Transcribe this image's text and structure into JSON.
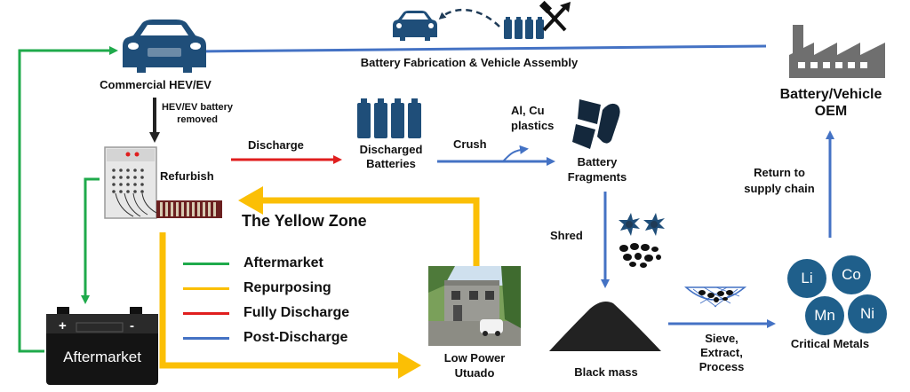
{
  "colors": {
    "aftermarket": "#1faa4b",
    "repurposing": "#fbbf05",
    "discharge": "#e01e1e",
    "post_discharge": "#4472c4",
    "dark_blue": "#1f4e79",
    "metal_blue": "#1f5f8b",
    "gray": "#6f6f6f"
  },
  "labels": {
    "commercial": "Commercial HEV/EV",
    "battery_removed_line1": "HEV/EV battery",
    "battery_removed_line2": "removed",
    "refurbish": "Refurbish",
    "discharge": "Discharge",
    "discharged_line1": "Discharged",
    "discharged_line2": "Batteries",
    "crush": "Crush",
    "byproducts_line1": "Al, Cu",
    "byproducts_line2": "plastics",
    "fragments_line1": "Battery",
    "fragments_line2": "Fragments",
    "fabrication": "Battery Fabrication & Vehicle Assembly",
    "oem_line1": "Battery/Vehicle",
    "oem_line2": "OEM",
    "return_line1": "Return to",
    "return_line2": "supply chain",
    "yellow_zone": "The Yellow Zone",
    "shred": "Shred",
    "aftermarket_battery": "Aftermarket",
    "low_power_line1": "Low Power",
    "low_power_line2": "Utuado",
    "black_mass": "Black mass",
    "sieve_line1": "Sieve,",
    "sieve_line2": "Extract,",
    "sieve_line3": "Process",
    "critical_metals": "Critical Metals",
    "battery_plus": "+",
    "battery_minus": "-"
  },
  "legend": [
    {
      "label": "Aftermarket",
      "color": "#1faa4b"
    },
    {
      "label": "Repurposing",
      "color": "#fbbf05"
    },
    {
      "label": "Fully Discharge",
      "color": "#e01e1e"
    },
    {
      "label": "Post-Discharge",
      "color": "#4472c4"
    }
  ],
  "metals": [
    "Li",
    "Co",
    "Mn",
    "Ni"
  ],
  "icons": [
    "car-icon",
    "small-car-icon",
    "tools-icon",
    "factory-icon",
    "battery-cells-icon",
    "fragments-icon",
    "particles-icon",
    "black-mass-icon",
    "sieve-icon",
    "refurbish-cabinet-icon",
    "car-battery-icon",
    "house-photo"
  ]
}
